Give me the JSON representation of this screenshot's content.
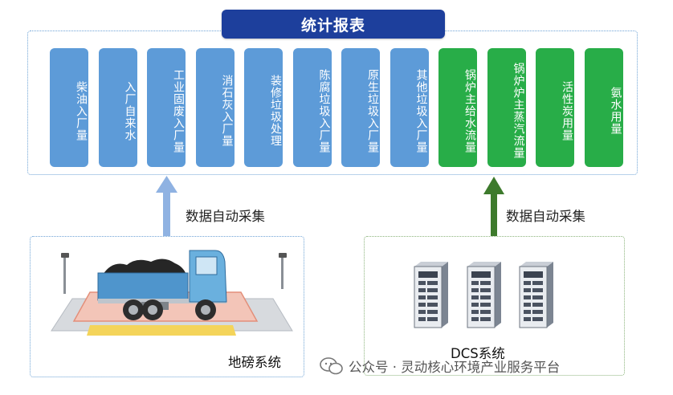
{
  "title": "统计报表",
  "cards": [
    {
      "label": "柴油入厂量",
      "color": "blue"
    },
    {
      "label": "入厂自来水",
      "color": "blue"
    },
    {
      "label": "工业固废入厂量",
      "color": "blue"
    },
    {
      "label": "消石灰入厂量",
      "color": "blue"
    },
    {
      "label": "装修垃圾处理",
      "color": "blue"
    },
    {
      "label": "陈腐垃圾入厂量",
      "color": "blue"
    },
    {
      "label": "原生垃圾入厂量",
      "color": "blue"
    },
    {
      "label": "其他垃圾入厂量",
      "color": "blue"
    },
    {
      "label": "锅炉主给水流量",
      "color": "green"
    },
    {
      "label": "锅炉炉主蒸汽流量",
      "color": "green"
    },
    {
      "label": "活性炭用量",
      "color": "green"
    },
    {
      "label": "氨水用量",
      "color": "green"
    }
  ],
  "left_arrow_label": "数据自动采集",
  "right_arrow_label": "数据自动采集",
  "left_system_label": "地磅系统",
  "right_system_label": "DCS系统",
  "watermark": "公众号 · 灵动核心环境产业服务平台",
  "colors": {
    "blue_card": "#5d9bd8",
    "green_card": "#28ad48",
    "title_bar": "#1d3f9c",
    "left_arrow": "#8fb2e2",
    "right_arrow": "#3d7a2c"
  }
}
